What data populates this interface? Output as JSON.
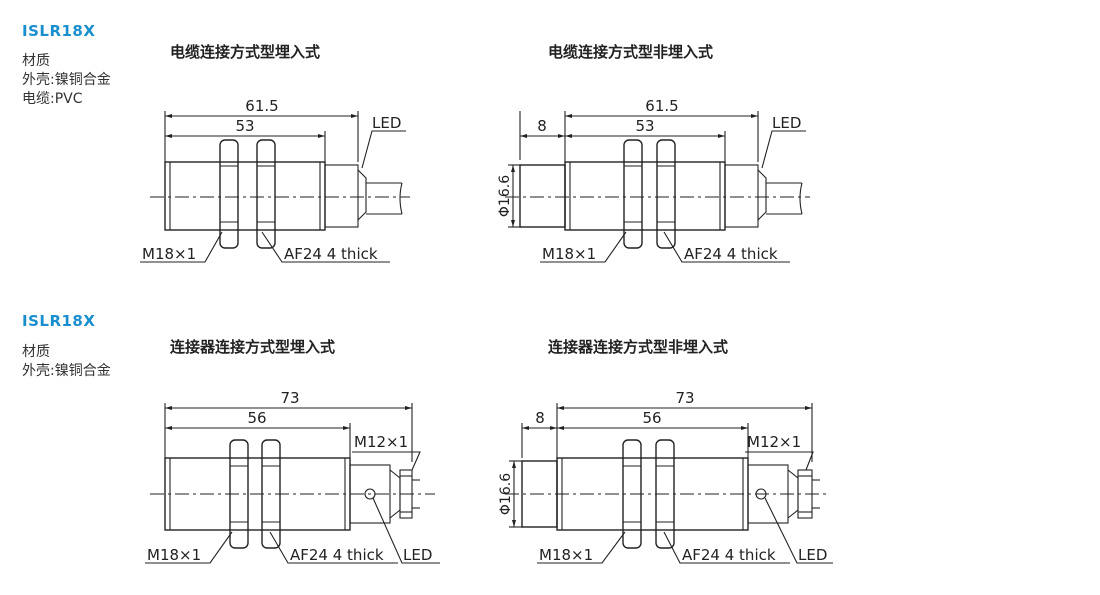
{
  "accent": "#1a8fd0",
  "section1": {
    "model": "ISLR18X",
    "material_lines": [
      "材质",
      "外壳:镍铜合金",
      "电缆:PVC"
    ],
    "left": {
      "title": "电缆连接方式型埋入式",
      "dim_total": "61.5",
      "dim_body": "53",
      "led": "LED",
      "thread": "M18×1",
      "nut": "AF24 4 thick"
    },
    "right": {
      "title": "电缆连接方式型非埋入式",
      "dim_total": "61.5",
      "dim_body": "53",
      "dim_ext": "8",
      "diameter": "Φ16.6",
      "led": "LED",
      "thread": "M18×1",
      "nut": "AF24 4 thick"
    }
  },
  "section2": {
    "model": "ISLR18X",
    "material_lines": [
      "材质",
      "外壳:镍铜合金"
    ],
    "left": {
      "title": "连接器连接方式型埋入式",
      "dim_total": "73",
      "dim_body": "56",
      "connector": "M12×1",
      "led": "LED",
      "thread": "M18×1",
      "nut": "AF24 4 thick"
    },
    "right": {
      "title": "连接器连接方式型非埋入式",
      "dim_total": "73",
      "dim_body": "56",
      "dim_ext": "8",
      "diameter": "Φ16.6",
      "connector": "M12×1",
      "led": "LED",
      "thread": "M18×1",
      "nut": "AF24 4 thick"
    }
  }
}
